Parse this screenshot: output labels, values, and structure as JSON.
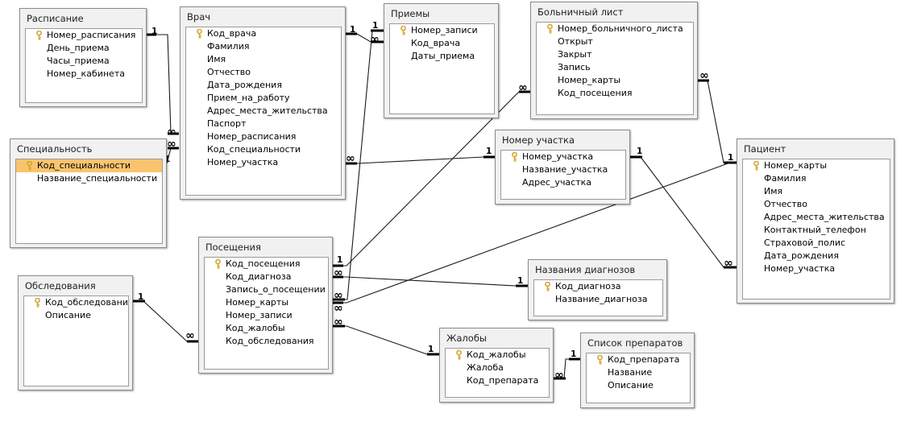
{
  "tables": {
    "raspisanie": {
      "title": "Расписание",
      "key": "Номер_расписания",
      "fields": [
        "День_приема",
        "Часы_приема",
        "Номер_кабинета"
      ]
    },
    "vrach": {
      "title": "Врач",
      "key": "Код_врача",
      "fields": [
        "Фамилия",
        "Имя",
        "Отчество",
        "Дата_рождения",
        "Прием_на_работу",
        "Адрес_места_жительства",
        "Паспорт",
        "Номер_расписания",
        "Код_специальности",
        "Номер_участка"
      ]
    },
    "priemy": {
      "title": "Приемы",
      "key": "Номер_записи",
      "fields": [
        "Код_врача",
        "Даты_приема"
      ]
    },
    "bolnichnyi": {
      "title": "Больничный лист",
      "key": "Номер_больничного_листа",
      "fields": [
        "Открыт",
        "Закрыт",
        "Запись",
        "Номер_карты",
        "Код_посещения"
      ]
    },
    "specialnost": {
      "title": "Специальность",
      "key": "Код_специальности",
      "fields": [
        "Название_специальности"
      ]
    },
    "uchastok": {
      "title": "Номер участка",
      "key": "Номер_участка",
      "fields": [
        "Название_участка",
        "Адрес_участка"
      ]
    },
    "pacient": {
      "title": "Пациент",
      "key": "Номер_карты",
      "fields": [
        "Фамилия",
        "Имя",
        "Отчество",
        "Адрес_места_жительства",
        "Контактный_телефон",
        "Страховой_полис",
        "Дата_рождения",
        "Номер_участка"
      ]
    },
    "poseshchenia": {
      "title": "Посещения",
      "key": "Код_посещения",
      "fields": [
        "Код_диагноза",
        "Запись_о_посещении",
        "Номер_карты",
        "Номер_записи",
        "Код_жалобы",
        "Код_обследования"
      ]
    },
    "obsledovania": {
      "title": "Обследования",
      "key": "Код_обследования",
      "fields": [
        "Описание"
      ]
    },
    "diagnozy": {
      "title": "Названия диагнозов",
      "key": "Код_диагноза",
      "fields": [
        "Название_диагноза"
      ]
    },
    "zhaloby": {
      "title": "Жалобы",
      "key": "Код_жалобы",
      "fields": [
        "Жалоба",
        "Код_препарата"
      ]
    },
    "preparaty": {
      "title": "Список препаратов",
      "key": "Код_препарата",
      "fields": [
        "Название",
        "Описание"
      ]
    }
  },
  "cardinality": {
    "one": "1",
    "many": "∞"
  },
  "colors": {
    "selected_row": "#f9c46d",
    "key_icon": "#d4a72c",
    "line": "#1a1a1a"
  }
}
